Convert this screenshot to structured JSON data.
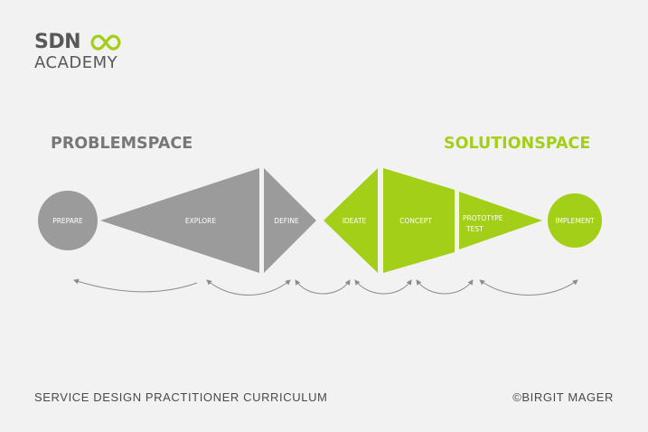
{
  "logo": {
    "top": "SDN",
    "bottom": "ACADEMY"
  },
  "titles": {
    "problem": "PROBLEMSPACE",
    "solution": "SOLUTIONSPACE"
  },
  "phases": {
    "prepare": "PREPARE",
    "explore": "EXPLORE",
    "define": "DEFINE",
    "ideate": "IDEATE",
    "concept": "CONCEPT",
    "prototype_line1": "PROTOTYPE",
    "prototype_line2": "TEST",
    "implement": "IMPLEMENT"
  },
  "footer": {
    "left": "SERVICE DESIGN PRACTITIONER CURRICULUM",
    "right": "©BIRGIT MAGER"
  },
  "colors": {
    "gray": "#9b9b9b",
    "green": "#a3cf18",
    "text_dark": "#4a4a4a",
    "arrow": "#8c8c8c"
  },
  "icons": {
    "logo_mark": "infinity-icon"
  }
}
